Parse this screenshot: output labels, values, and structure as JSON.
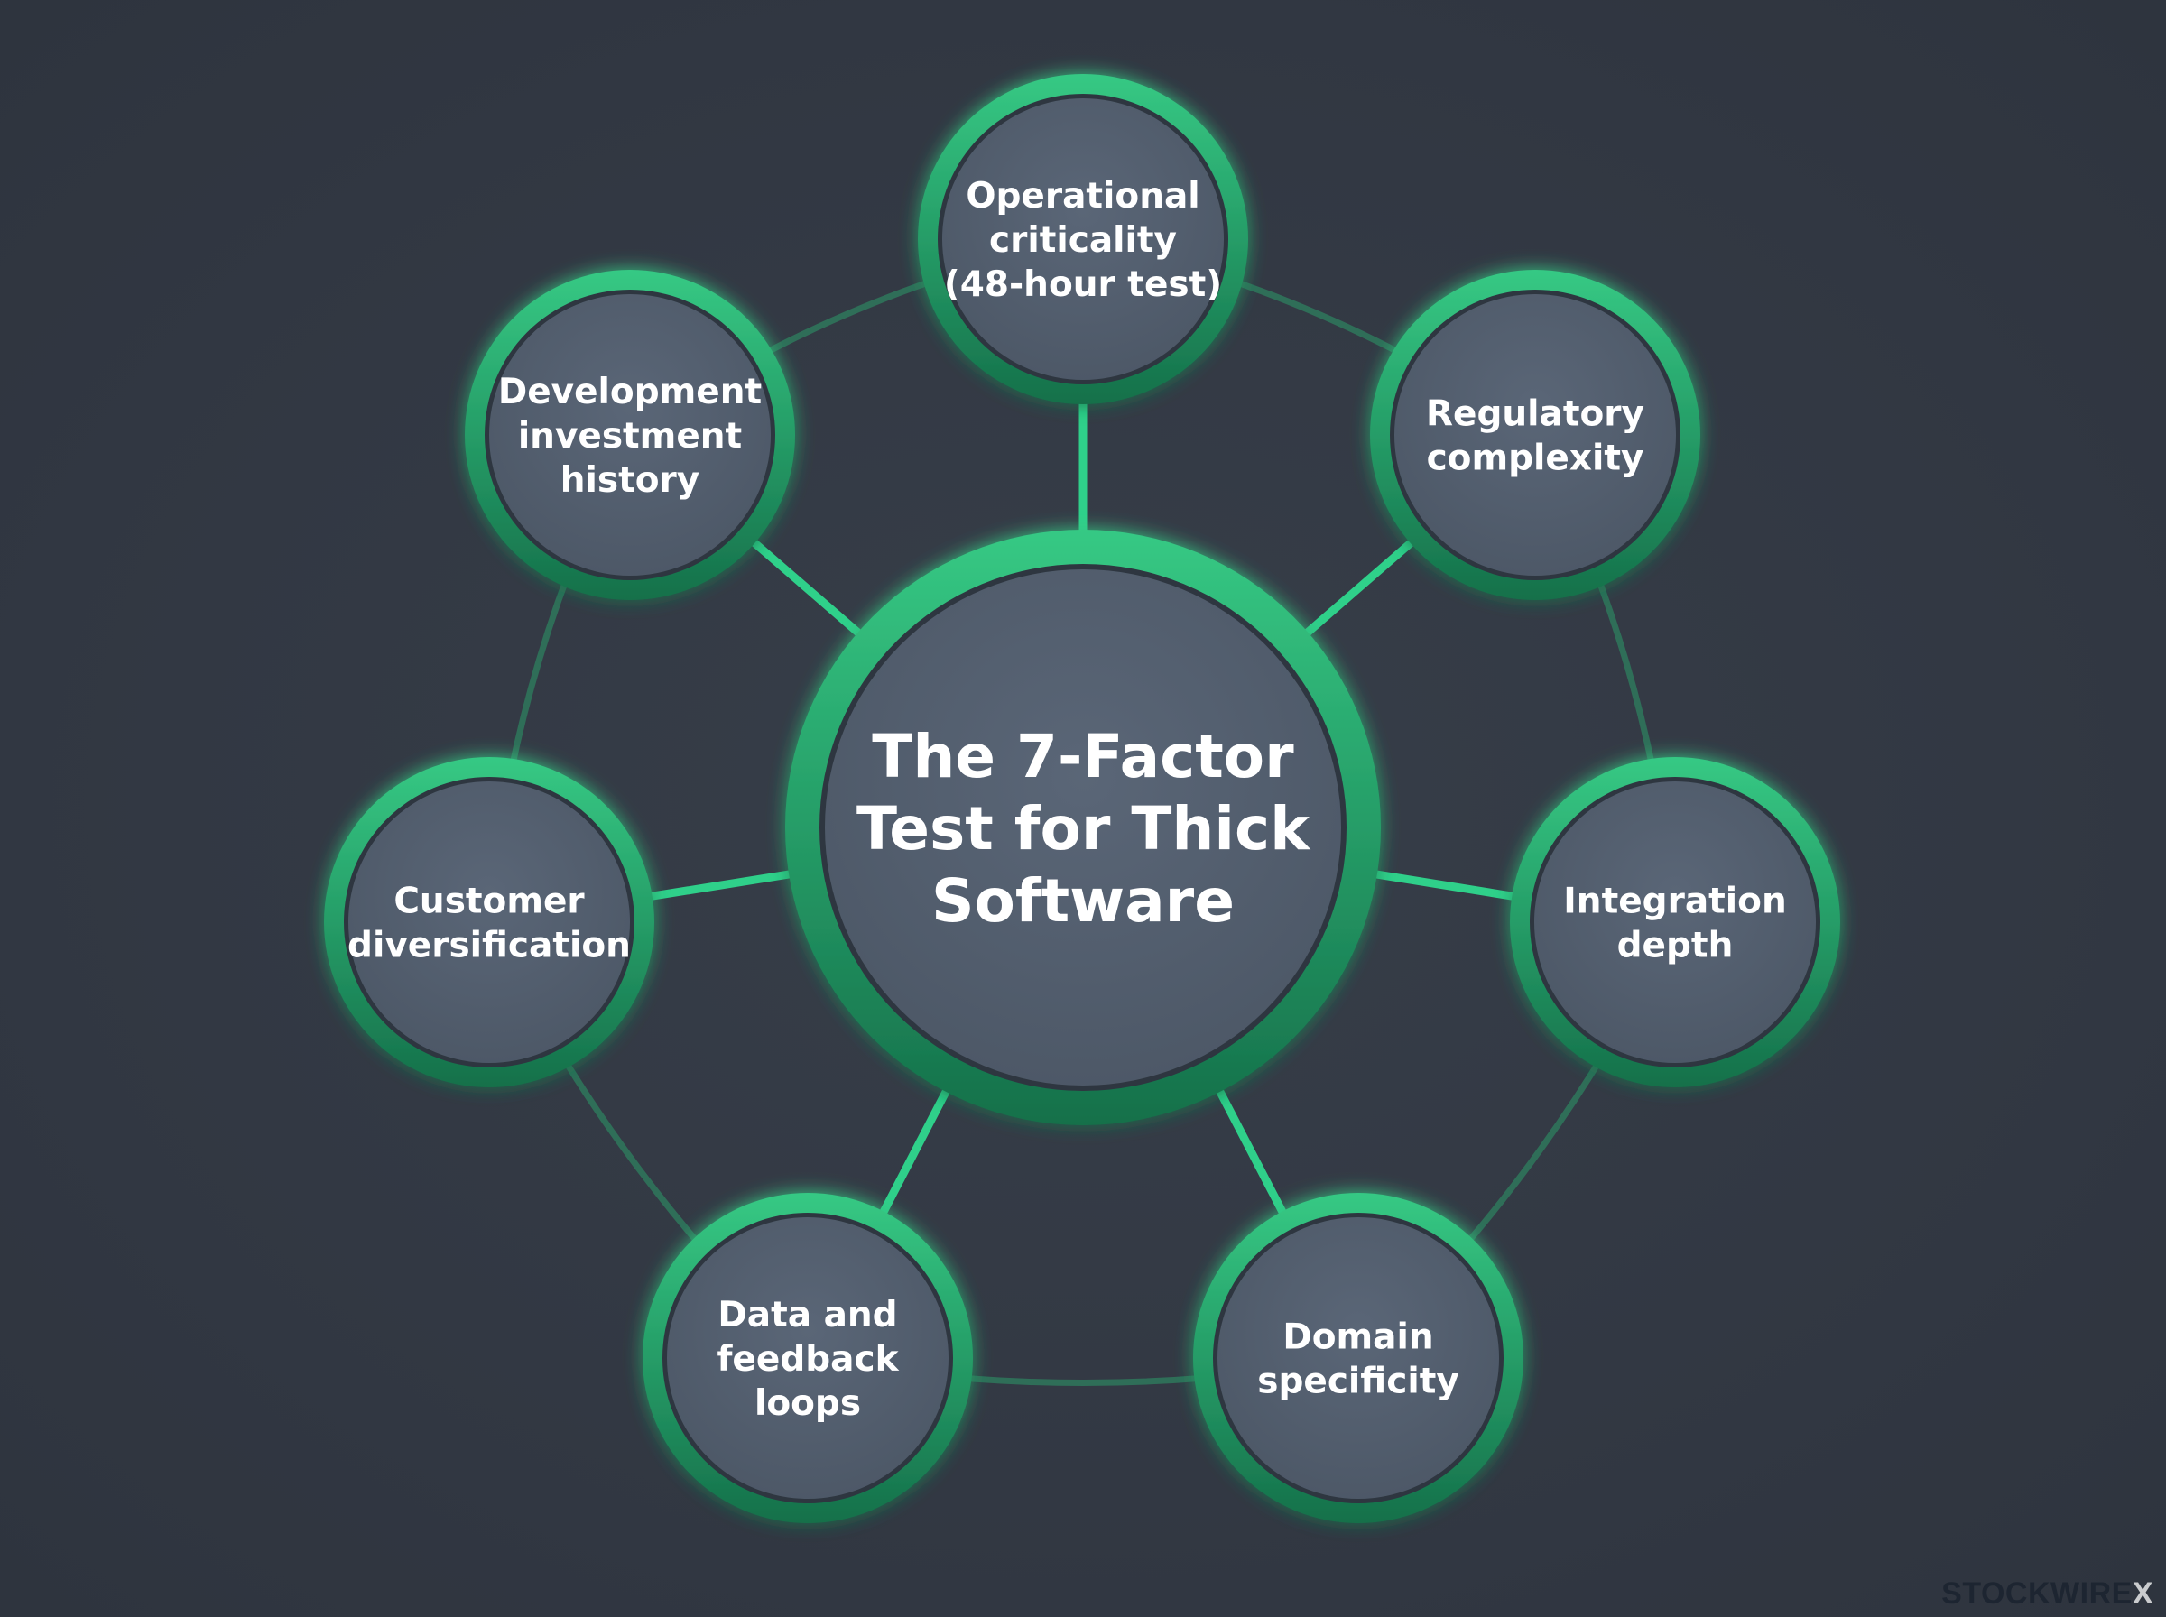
{
  "diagram": {
    "type": "hub-and-spoke",
    "center": {
      "lines": [
        "The 7-Factor",
        "Test for Thick",
        "Software"
      ]
    },
    "nodes": [
      {
        "id": "operational-criticality",
        "lines": [
          "Operational",
          "criticality",
          "(48-hour test)"
        ]
      },
      {
        "id": "regulatory-complexity",
        "lines": [
          "Regulatory",
          "complexity"
        ]
      },
      {
        "id": "integration-depth",
        "lines": [
          "Integration",
          "depth"
        ]
      },
      {
        "id": "domain-specificity",
        "lines": [
          "Domain",
          "specificity"
        ]
      },
      {
        "id": "data-feedback-loops",
        "lines": [
          "Data and",
          "feedback",
          "loops"
        ]
      },
      {
        "id": "customer-diversification",
        "lines": [
          "Customer",
          "diversification"
        ]
      },
      {
        "id": "development-investment-history",
        "lines": [
          "Development",
          "investment",
          "history"
        ]
      }
    ]
  },
  "watermark": {
    "text": "STOCKWIRE",
    "mark": "X"
  },
  "colors": {
    "background": "#333a44",
    "ring_green": "#2bb673",
    "ring_green_dark": "#17774a",
    "spoke_green": "#2fd08a",
    "orbit_line": "#2f6e58",
    "node_fill": "#535f6f",
    "text": "#ffffff"
  }
}
